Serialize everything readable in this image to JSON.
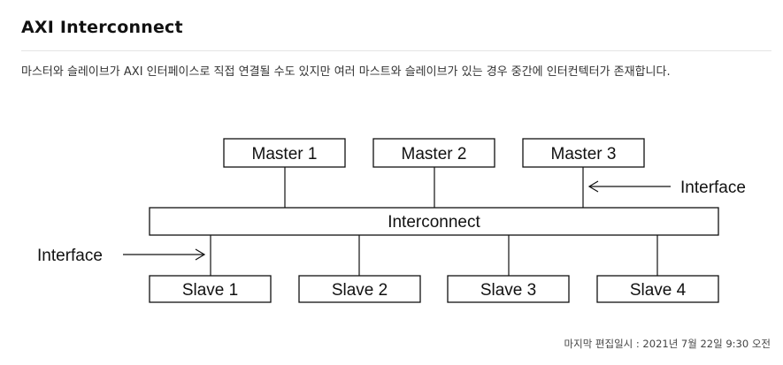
{
  "page": {
    "title": "AXI Interconnect",
    "paragraph": "마스터와 슬레이브가 AXI 인터페이스로 직접 연결될 수도 있지만 여러 마스트와 슬레이브가 있는 경우 중간에 인터컨텍터가 존재합니다.",
    "footer": "마지막 편집일시 : 2021년 7월 22일 9:30 오전"
  },
  "diagram": {
    "masters": [
      "Master 1",
      "Master 2",
      "Master 3"
    ],
    "interconnect": "Interconnect",
    "slaves": [
      "Slave 1",
      "Slave 2",
      "Slave 3",
      "Slave 4"
    ],
    "interface_right": "Interface",
    "interface_left": "Interface"
  }
}
